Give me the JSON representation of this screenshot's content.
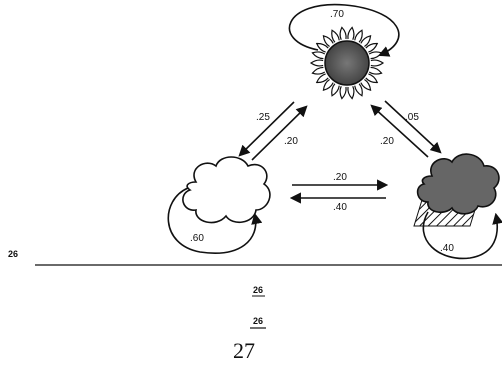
{
  "diagram": {
    "transitions": {
      "sunny_to_sunny": ".70",
      "sunny_to_cloudy": ".25",
      "cloudy_to_sunny": ".20",
      "sunny_to_rainy": ".05",
      "rainy_to_sunny": ".20",
      "cloudy_to_rainy": ".20",
      "rainy_to_cloudy": ".40",
      "cloudy_to_cloudy": ".60",
      "rainy_to_rainy": ".40"
    },
    "icons": {
      "sunny": "sun-icon",
      "cloudy": "cloud-icon",
      "rainy": "rain-cloud-icon"
    }
  },
  "page": {
    "marker_left": "26",
    "marker_mid_1": "26",
    "marker_mid_2": "26",
    "page_number": "27"
  }
}
